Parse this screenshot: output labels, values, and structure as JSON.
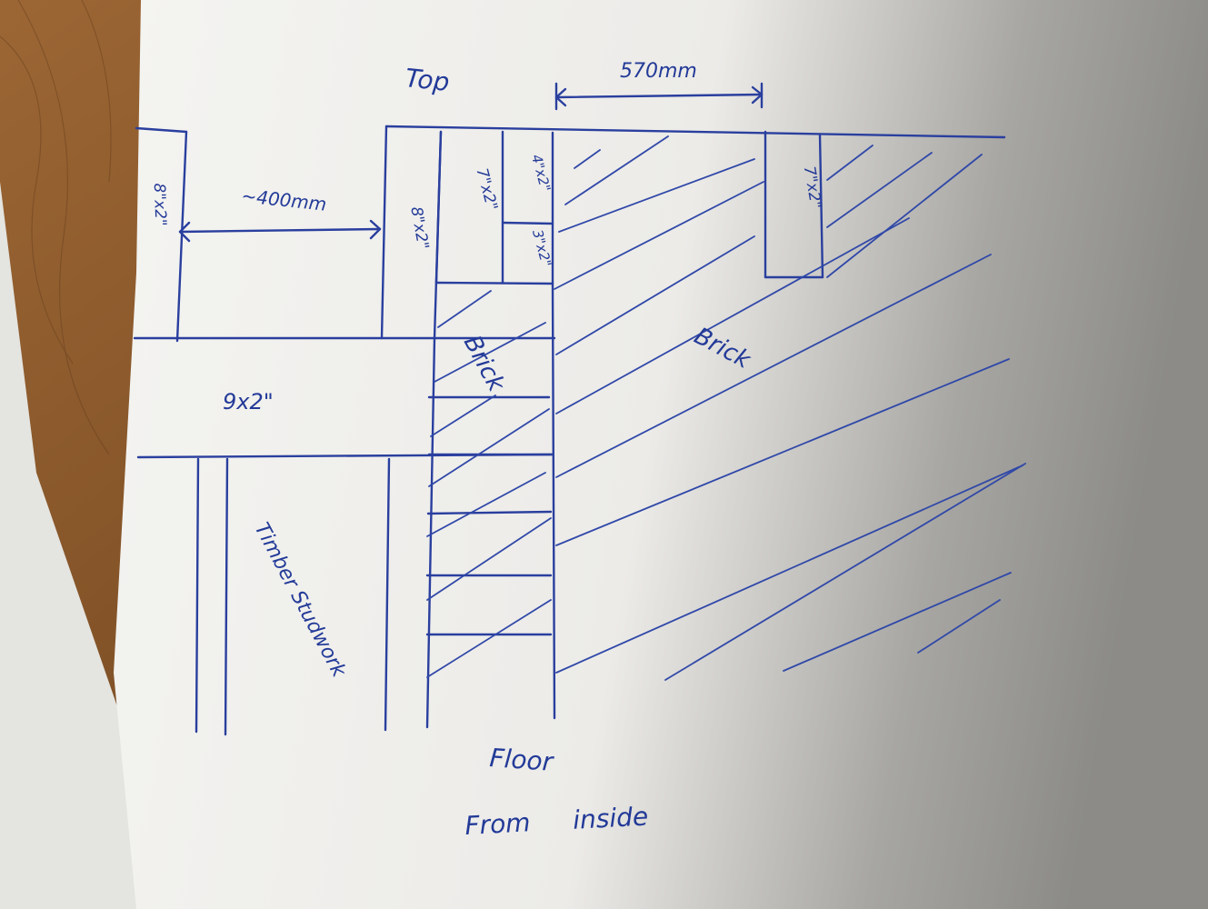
{
  "sketch": {
    "top_label": "Top",
    "floor_label": "Floor",
    "view_label": "From inside",
    "dim_570": "570mm",
    "dim_400": "~400mm",
    "left_timber": "8\"x2\"",
    "post_timber": "8\"x2\"",
    "top_timber_a": "7\"x2\"",
    "top_timber_b": "4\"x2\"",
    "lower_timber_b": "3\"x2\"",
    "right_timber": "7\"x2\"",
    "beam_label": "9x2\"",
    "brick_column_label": "Brick",
    "brick_wall_label": "Brick",
    "studwork_label": "Timber Studwork"
  },
  "colors": {
    "ink": "#2a3f9e",
    "paper": "#efefed",
    "desk": "#8a5a2c"
  }
}
